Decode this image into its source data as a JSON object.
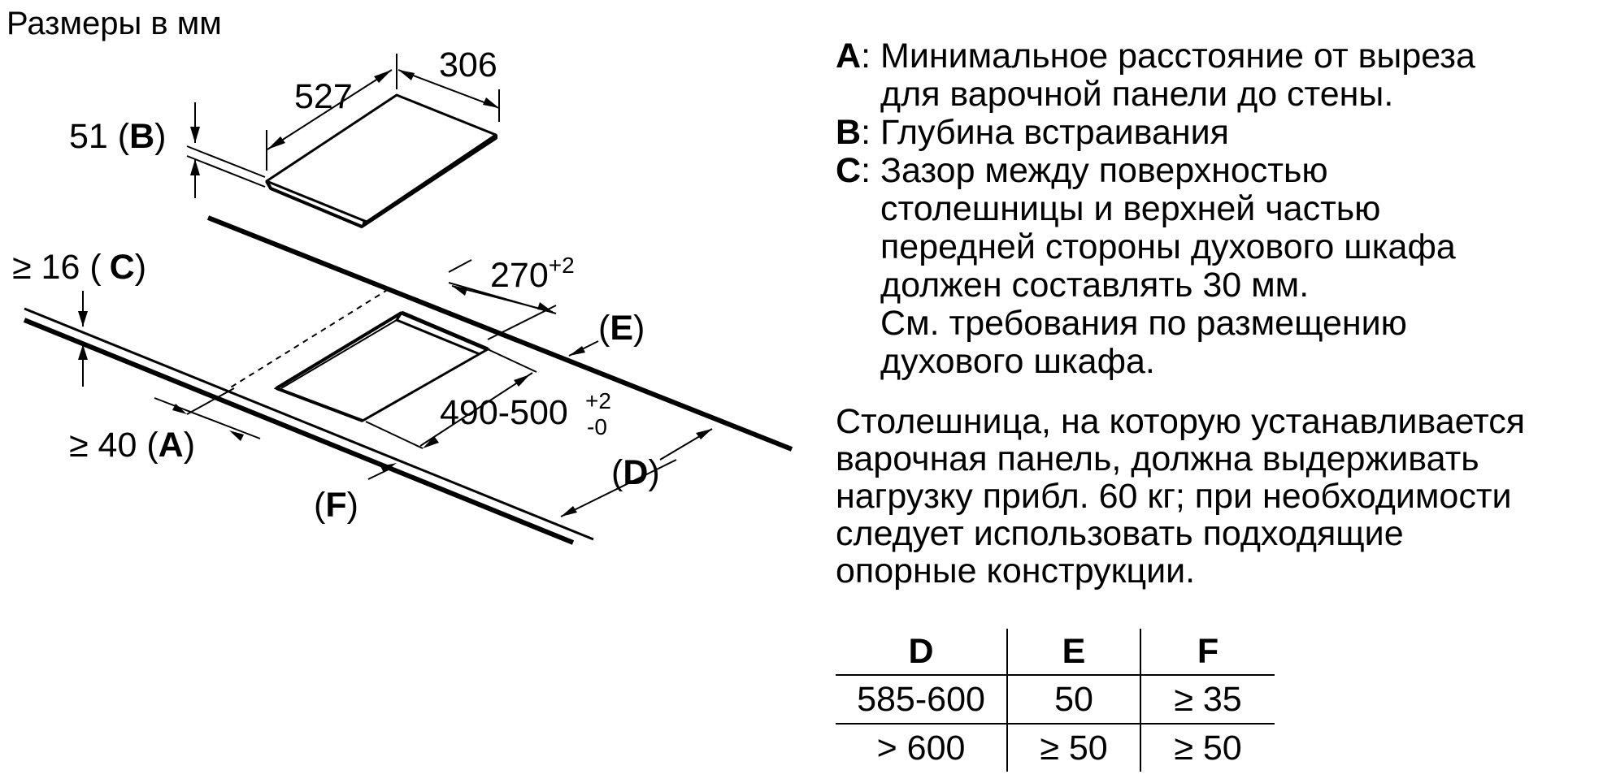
{
  "diagram": {
    "title": "Размеры в мм",
    "labels": {
      "width": "527",
      "depth": "306",
      "height_value": "51 (",
      "height_key": "B",
      "height_close": ")",
      "gap_prefix": "≥ 16 (",
      "gap_key": "C",
      "gap_close": ")",
      "cutout_depth": "270",
      "cutout_depth_tol": "+2",
      "cutout_width": "490-500",
      "cutout_width_tol_upper": "+2",
      "cutout_width_tol_lower": "-0",
      "wall_distance_prefix": "≥ 40 (",
      "wall_distance_key": "A",
      "wall_distance_close": ")",
      "e_open": "(",
      "e_key": "E",
      "e_close": ")",
      "d_open": "(",
      "d_key": "D",
      "d_close": ")",
      "f_open": "(",
      "f_key": "F",
      "f_close": ")"
    }
  },
  "legend": [
    {
      "key": "A",
      "lines": [
        "Минимальное расстояние от выреза",
        "для варочной панели до стены."
      ]
    },
    {
      "key": "B",
      "lines": [
        "Глубина встраивания"
      ]
    },
    {
      "key": "C",
      "lines": [
        "Зазор между поверхностью",
        "столешницы и верхней частью",
        "передней стороны духового шкафа",
        "должен составлять 30 мм.",
        "См. требования по размещению",
        "духового шкафа."
      ]
    }
  ],
  "note": [
    "Столешница, на которую устанавливается",
    "варочная панель, должна выдерживать",
    "нагрузку прибл. 60 кг; при необходимости",
    "следует использовать подходящие",
    "опорные конструкции."
  ],
  "table": {
    "headers": [
      "D",
      "E",
      "F"
    ],
    "rows": [
      [
        "585-600",
        "50",
        "≥ 35"
      ],
      [
        "> 600",
        "≥ 50",
        "≥ 50"
      ]
    ]
  }
}
